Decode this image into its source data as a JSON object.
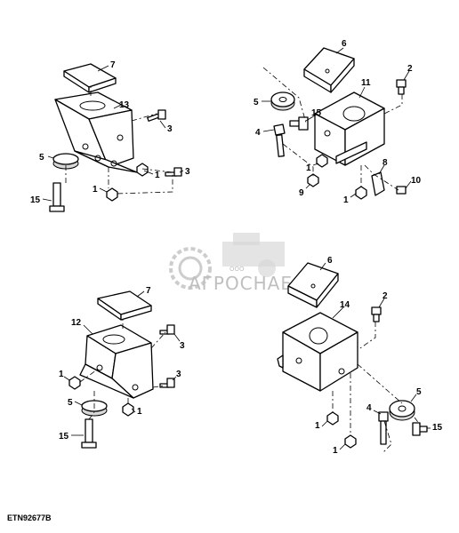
{
  "figure_code": "ETN92677B",
  "watermark": {
    "company": "ООО",
    "name": "АГРОСНАБ"
  },
  "callouts": {
    "tl": [
      "7",
      "13",
      "3",
      "5",
      "1",
      "3",
      "15",
      "1"
    ],
    "tr": [
      "6",
      "2",
      "5",
      "11",
      "15",
      "4",
      "1",
      "8",
      "9",
      "1",
      "10"
    ],
    "bl": [
      "7",
      "12",
      "3",
      "1",
      "3",
      "5",
      "1",
      "15"
    ],
    "br": [
      "6",
      "2",
      "14",
      "5",
      "4",
      "15",
      "1",
      "1"
    ]
  }
}
